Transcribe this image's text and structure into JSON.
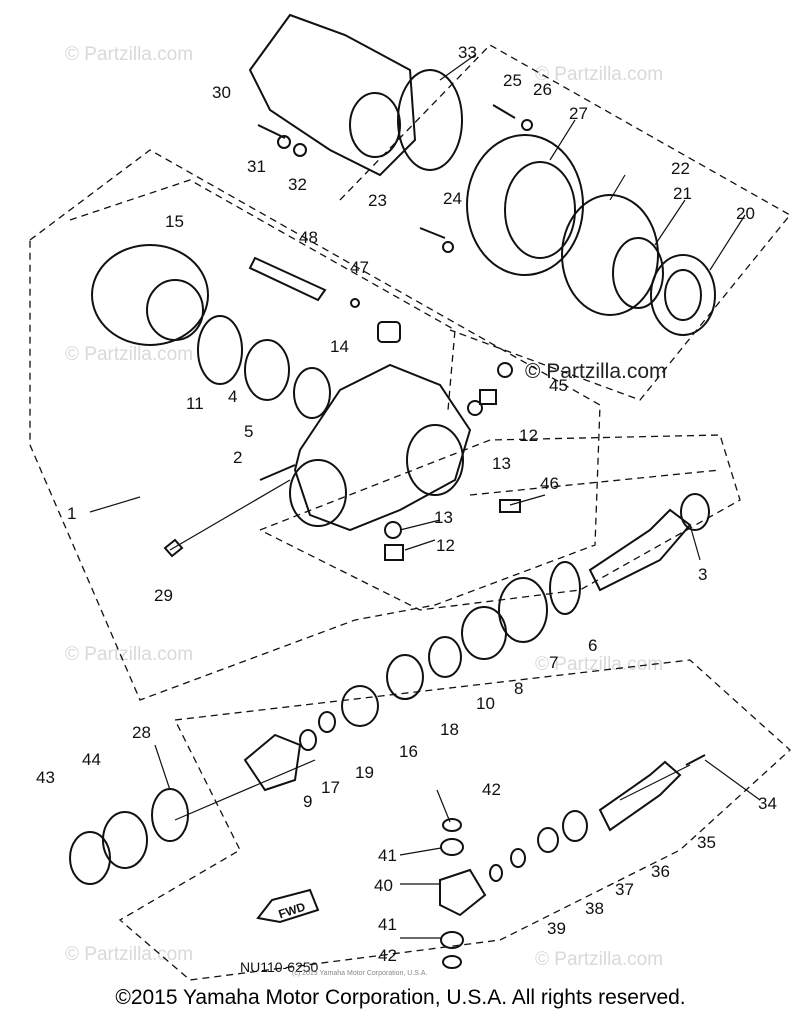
{
  "watermark": "© Partzilla.com",
  "part_code": "NU110-6250",
  "fwd_label": "FWD",
  "small_copyright": "(c) 2015 Yamaha Motor Corporation, U.S.A.",
  "copyright": "©2015 Yamaha Motor Corporation, U.S.A. All rights reserved.",
  "callouts": {
    "n1": "1",
    "n2": "2",
    "n3": "3",
    "n4": "4",
    "n5": "5",
    "n6": "6",
    "n7": "7",
    "n8": "8",
    "n9": "9",
    "n10": "10",
    "n11": "11",
    "n12a": "12",
    "n12b": "12",
    "n13a": "13",
    "n13b": "13",
    "n14": "14",
    "n15": "15",
    "n16": "16",
    "n17": "17",
    "n18": "18",
    "n19": "19",
    "n20": "20",
    "n21": "21",
    "n22": "22",
    "n23": "23",
    "n24": "24",
    "n25": "25",
    "n26": "26",
    "n27": "27",
    "n28": "28",
    "n29": "29",
    "n30": "30",
    "n31": "31",
    "n32": "32",
    "n33": "33",
    "n34": "34",
    "n35": "35",
    "n36": "36",
    "n37": "37",
    "n38": "38",
    "n39": "39",
    "n40": "40",
    "n41a": "41",
    "n41b": "41",
    "n42a": "42",
    "n42b": "42",
    "n43": "43",
    "n44": "44",
    "n45": "45",
    "n46": "46",
    "n47": "47",
    "n48": "48"
  }
}
